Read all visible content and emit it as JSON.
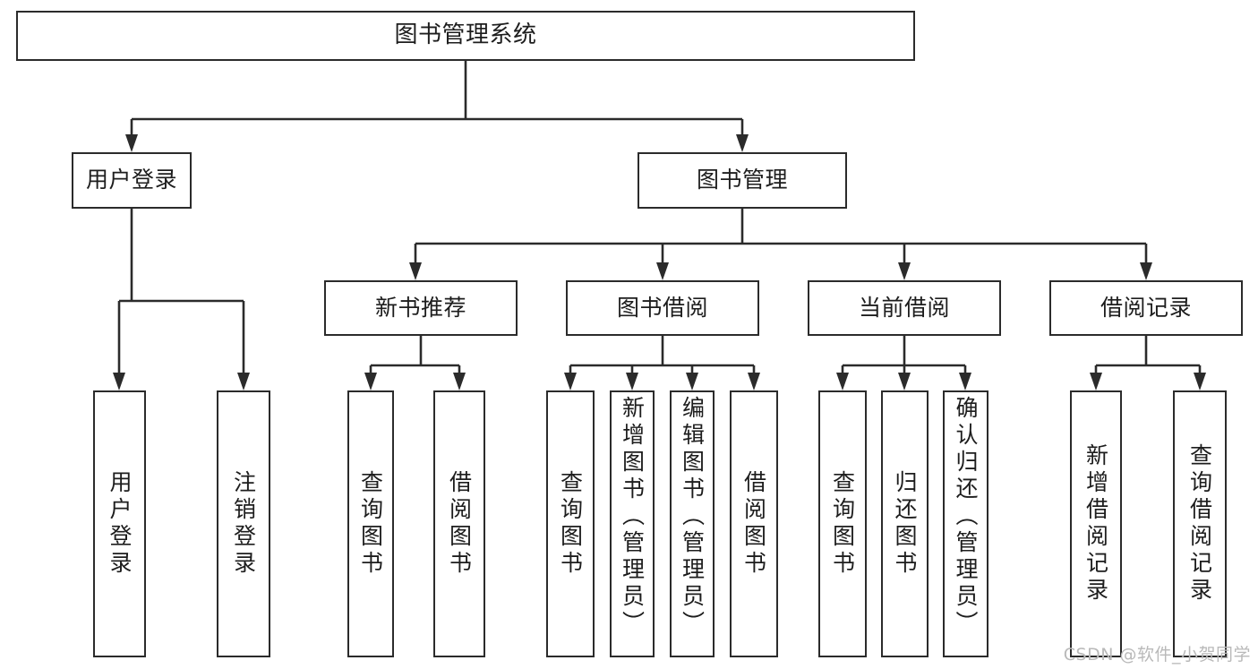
{
  "diagram": {
    "title": "图书管理系统",
    "type": "hierarchy-tree",
    "watermark": "CSDN @软件_小贺同学",
    "colors": {
      "stroke": "#2b2b2b",
      "box_fill": "#ffffff",
      "text": "#1d1d1d",
      "watermark": "#b9b9b9",
      "background": "#ffffff"
    },
    "root": {
      "label": "图书管理系统"
    },
    "level2": [
      {
        "label": "用户登录"
      },
      {
        "label": "图书管理"
      }
    ],
    "level3": [
      {
        "label": "新书推荐"
      },
      {
        "label": "图书借阅"
      },
      {
        "label": "当前借阅"
      },
      {
        "label": "借阅记录"
      }
    ],
    "leaves": [
      {
        "label": "用户登录",
        "parent": "用户登录"
      },
      {
        "label": "注销登录",
        "parent": "用户登录"
      },
      {
        "label": "查询图书",
        "parent": "新书推荐"
      },
      {
        "label": "借阅图书",
        "parent": "新书推荐"
      },
      {
        "label": "查询图书",
        "parent": "图书借阅"
      },
      {
        "label": "新增图书（管理员）",
        "parent": "图书借阅"
      },
      {
        "label": "编辑图书（管理员）",
        "parent": "图书借阅"
      },
      {
        "label": "借阅图书",
        "parent": "图书借阅"
      },
      {
        "label": "查询图书",
        "parent": "当前借阅"
      },
      {
        "label": "归还图书",
        "parent": "当前借阅"
      },
      {
        "label": "确认归还（管理员）",
        "parent": "当前借阅"
      },
      {
        "label": "新增借阅记录",
        "parent": "借阅记录"
      },
      {
        "label": "查询借阅记录",
        "parent": "借阅记录"
      }
    ]
  }
}
